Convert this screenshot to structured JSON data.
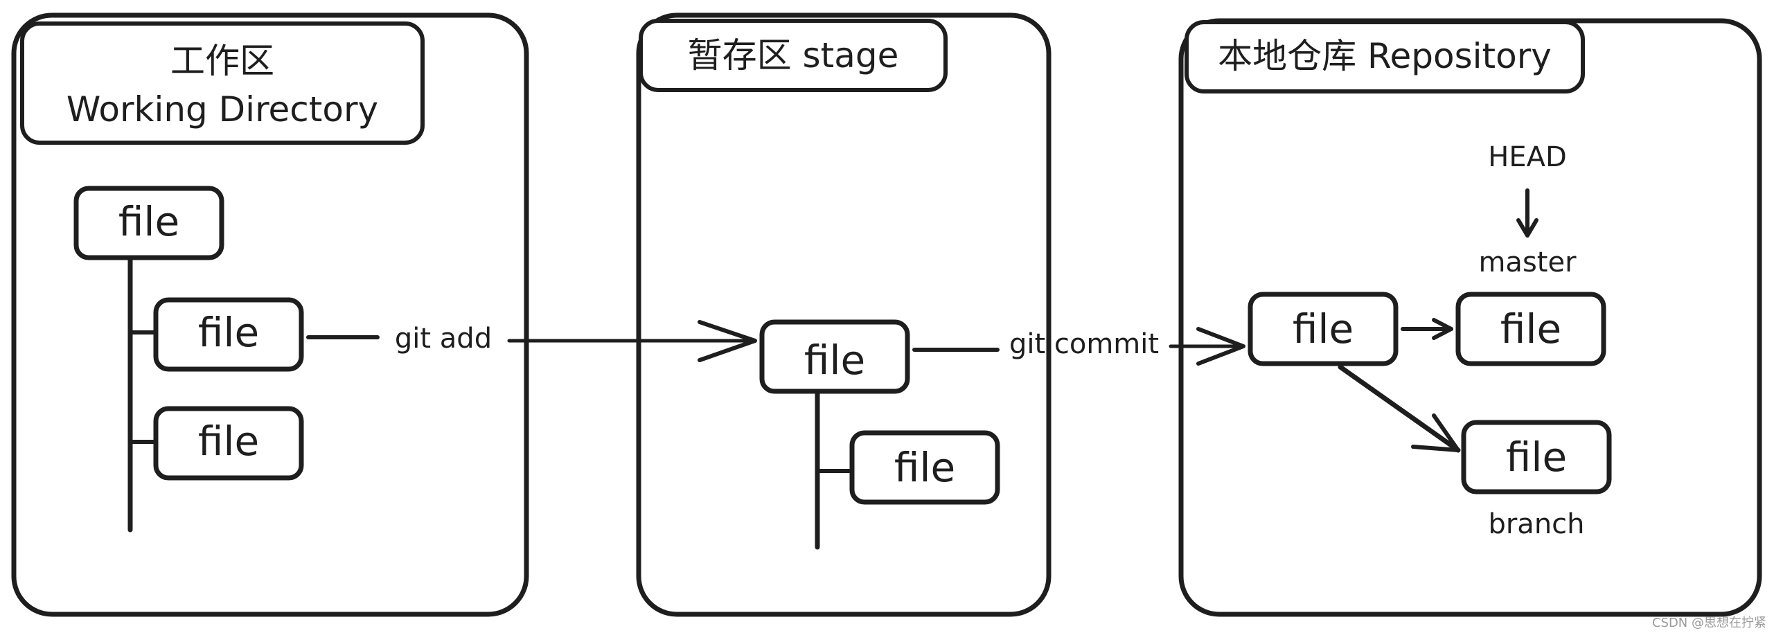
{
  "diagram": {
    "zones": {
      "working": {
        "title_line1": "工作区",
        "title_line2": "Working Directory"
      },
      "stage": {
        "title": "暂存区 stage"
      },
      "repo": {
        "title": "本地仓库 Repository"
      }
    },
    "nodes": {
      "wd_parent": "file",
      "wd_child1": "file",
      "wd_child2": "file",
      "stage_parent": "file",
      "stage_child": "file",
      "repo_commit": "file",
      "repo_master": "file",
      "repo_branch": "file"
    },
    "edges": {
      "git_add": "git add",
      "git_commit": "git commit"
    },
    "labels": {
      "head": "HEAD",
      "master": "master",
      "branch": "branch"
    },
    "watermark": "CSDN @思想在拧紧"
  }
}
